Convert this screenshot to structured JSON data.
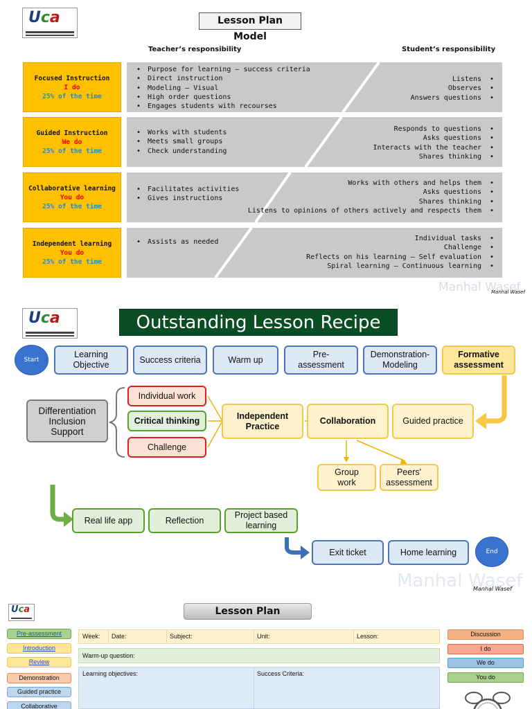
{
  "section1": {
    "title": "Lesson Plan Model",
    "teacher_header": "Teacher’s responsibility",
    "student_header": "Student’s responsibility",
    "rows": [
      {
        "name": "Focused Instruction",
        "mode": "I do",
        "time": "25% of the time",
        "teacher": [
          "Purpose for learning – success criteria",
          "Direct instruction",
          "Modeling – Visual",
          "High order questions",
          "Engages students with recourses"
        ],
        "student": [
          "Listens",
          "Observes",
          "Answers questions"
        ]
      },
      {
        "name": "Guided Instruction",
        "mode": "We do",
        "time": "25% of the time",
        "teacher": [
          "Works with students",
          "Meets small groups",
          "Check understanding"
        ],
        "student": [
          "Responds to questions",
          "Asks questions",
          "Interacts with the teacher",
          "Shares thinking"
        ]
      },
      {
        "name": "Collaborative learning",
        "mode": "You do",
        "time": "25% of the time",
        "teacher": [
          "Facilitates activities",
          "Gives instructions"
        ],
        "student": [
          "Works with others  and helps them",
          "Asks questions",
          "Shares thinking",
          "Listens to opinions of others actively and respects them"
        ]
      },
      {
        "name": "Independent learning",
        "mode": "You do",
        "time": "25% of the time",
        "teacher": [
          "Assists as needed"
        ],
        "student": [
          "Individual tasks",
          "Challenge",
          "Reflects on his learning – Self evaluation",
          "Spiral learning – Continuous learning"
        ]
      }
    ],
    "watermark": "Manhal Wasef",
    "signature": "Manhal Wasef"
  },
  "section2": {
    "title": "Outstanding Lesson Recipe",
    "start": "Start",
    "end": "End",
    "top_row": [
      "Learning Objective",
      "Success criteria",
      "Warm up",
      "Pre-assessment",
      "Demonstration-Modeling"
    ],
    "formative": "Formative assessment",
    "guided_practice": "Guided practice",
    "collaboration": "Collaboration",
    "independent_practice": "Independent Practice",
    "individual_work": "Individual work",
    "critical_thinking": "Critical thinking",
    "challenge": "Challenge",
    "differentiation": "Differentiation Inclusion Support",
    "group_work": "Group work",
    "peers_assessment": "Peers' assessment",
    "real_life": "Real life app",
    "reflection": "Reflection",
    "project": "Project based learning",
    "exit_ticket": "Exit ticket",
    "home_learning": "Home learning",
    "watermark": "Manhal Wasef",
    "signature": "Manhal Wasef"
  },
  "section3": {
    "title": "Lesson Plan",
    "left_tabs": [
      {
        "label": "Pre-assessment",
        "bg": "#a9d08e",
        "border": "#70ad47",
        "link": true
      },
      {
        "label": "Introduction",
        "bg": "#ffe699",
        "border": "#f2c94c",
        "link": true
      },
      {
        "label": "Review",
        "bg": "#ffe699",
        "border": "#f2c94c",
        "link": true
      },
      {
        "label": "Demonstration",
        "bg": "#f8cbad",
        "border": "#e48a5a",
        "link": false
      },
      {
        "label": "Guided practice",
        "bg": "#bdd7ee",
        "border": "#7aa6d6",
        "link": false
      },
      {
        "label": "Collaborative",
        "bg": "#bdd7ee",
        "border": "#7aa6d6",
        "link": false
      }
    ],
    "fields": {
      "week": "Week:",
      "date": "Date:",
      "subject": "Subject:",
      "unit": "Unit:",
      "lesson": "Lesson:",
      "warmup": "Warm-up question:",
      "objectives": "Learning objectives:",
      "criteria": "Success Criteria:"
    },
    "right_tabs": [
      {
        "label": "Discussion",
        "bg": "#f4b183",
        "border": "#e48a5a"
      },
      {
        "label": "I do",
        "bg": "#f8a98f",
        "border": "#e06a4a"
      },
      {
        "label": "We do",
        "bg": "#9dc3e6",
        "border": "#5b9bd5"
      },
      {
        "label": "You do",
        "bg": "#a9d08e",
        "border": "#70ad47"
      }
    ]
  }
}
